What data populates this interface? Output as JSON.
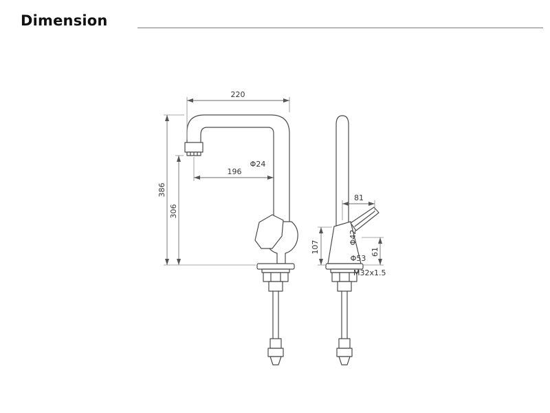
{
  "page": {
    "title": "Dimension"
  },
  "views": {
    "front": {
      "dims": {
        "width_total": "220",
        "width_inner": "196",
        "spout_diameter": "Φ24",
        "height_total": "386",
        "height_spout": "306"
      }
    },
    "side": {
      "dims": {
        "handle_reach": "81",
        "body_diameter": "Φ42",
        "body_height": "107",
        "base_diameter": "Φ53",
        "handle_height": "61",
        "thread_spec": "M32x1.5"
      }
    }
  }
}
